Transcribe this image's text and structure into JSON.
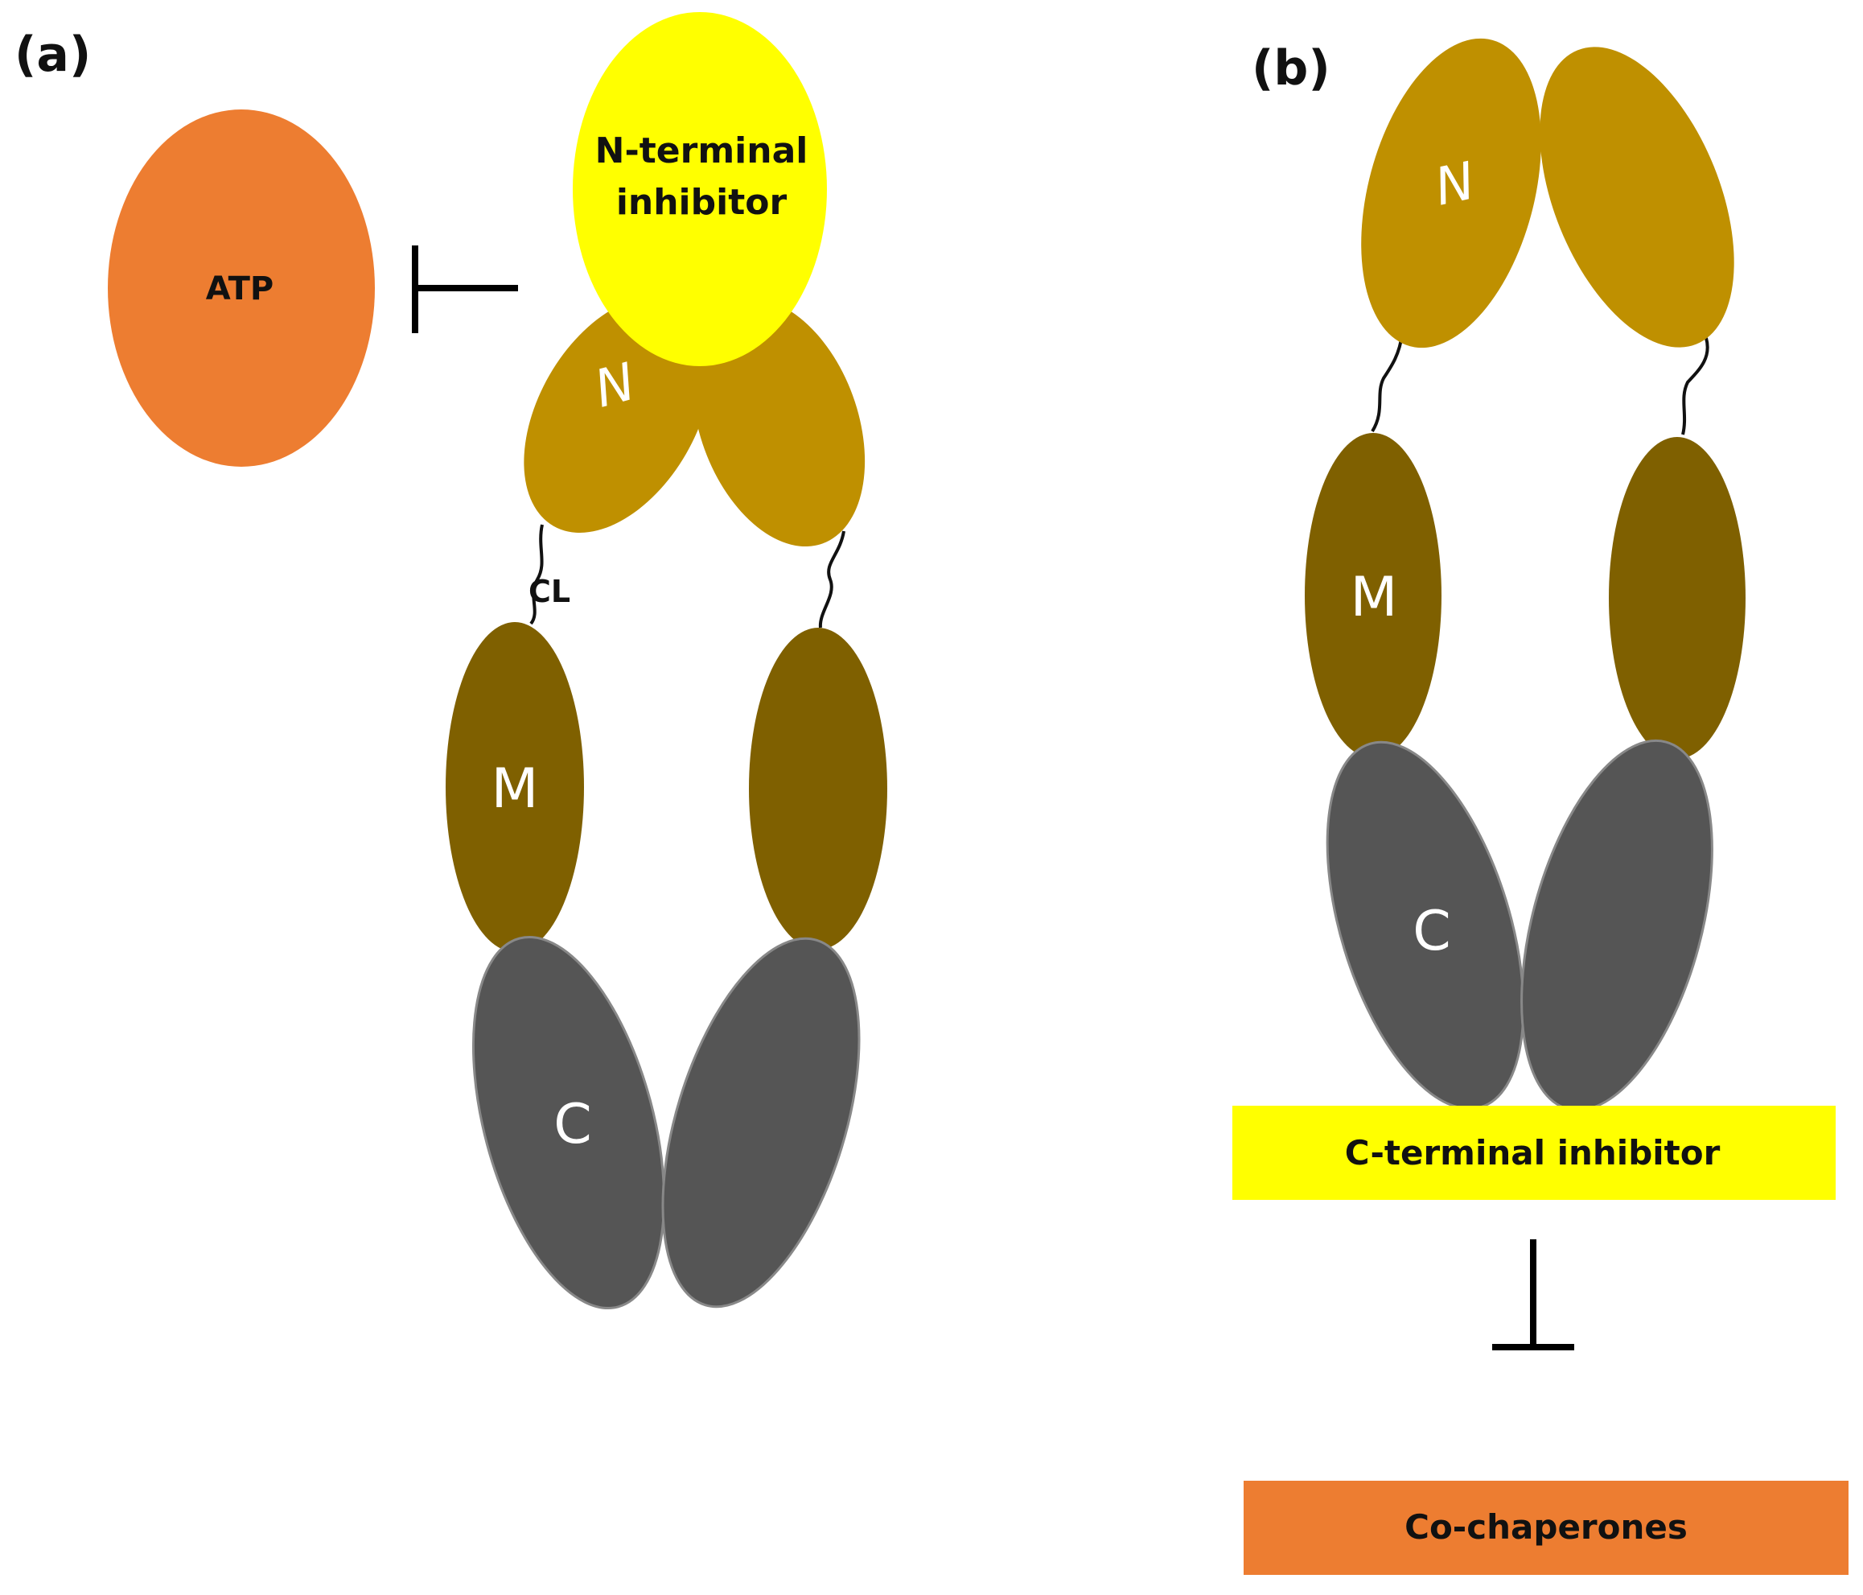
{
  "panels": {
    "a": {
      "label": "(a)",
      "atp_label": "ATP",
      "inhibitor_label_line1": "N-terminal",
      "inhibitor_label_line2": "inhibitor",
      "n_label": "N",
      "m_label": "M",
      "c_label": "C",
      "linker_label": "CL"
    },
    "b": {
      "label": "(b)",
      "n_label": "N",
      "m_label": "M",
      "c_label": "C",
      "inhibitor_label": "C-terminal inhibitor",
      "cochaperones_label": "Co-chaperones"
    }
  },
  "colors": {
    "n_domain": "#BF9000",
    "m_domain": "#7F6000",
    "c_domain": "#555555",
    "inhibitor": "#FFFF00",
    "atp": "#ED7D31",
    "cochaperones": "#ED7D31"
  }
}
